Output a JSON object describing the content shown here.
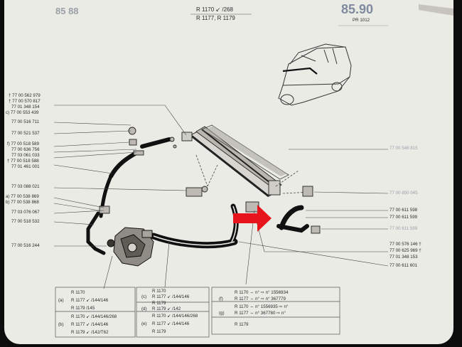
{
  "header": {
    "ref_line1": "R 1170 ↙ /268",
    "ref_line2": "R 1177, R 1179",
    "top_left_faint": "85 88",
    "page_number": "85.90",
    "page_sub": "PR 1012"
  },
  "left_labels": [
    "† 77 00 562 979",
    "† 77 00 570 817",
    "77 01 348 154",
    "c) 77 00 553 439",
    "77 00 516 711",
    "77 00 521 537",
    "f) 77 00 518 589",
    "77 00 636 756",
    "77 03 061 033",
    "† 77 00 518 588",
    "77 01 461 001",
    "77 03 088 021",
    "a) 77 00 538 869",
    "b) 77 00 538 868",
    "77 03 076 067",
    "77 00 518 532",
    "77 00 516 244"
  ],
  "right_labels": [
    "77 00 546 815",
    "77 00 850 045",
    "77 00 611 598",
    "77 00 611 599",
    "77 00 611 599",
    "77 00 576 146 †",
    "77 00 625 969 †",
    "77 01 348 153",
    "77 00 611 601"
  ],
  "table_left": {
    "rows": [
      "R 1170",
      "R 1177 ↙ /144/146",
      "R 1179 /145",
      "R 1170 ↙ /144/146/268",
      "R 1177 ↙ /144/146",
      "R 1179 ↙ /142/T62"
    ],
    "marks": [
      "(a)",
      "(b)"
    ]
  },
  "table_mid": {
    "rows": [
      "R 1170",
      "R 1177 ↙ /144/146",
      "R 1179",
      "R 1179 ↙ /142",
      "R 1170 ↙ /144/146/268",
      "R 1177 ↙ /144/146",
      "R 1179"
    ],
    "marks": [
      "(c)",
      "(d)",
      "(e)"
    ]
  },
  "table_right": {
    "rows": [
      "R 1170 ⇔ n° ⇨ n° 1556934",
      "R 1177 ⇔ n° ⇨ n° 367779",
      "R 1170 ⇔ n° 1556935 ⇨ n°",
      "R 1177 ⇔ n° 367780 ⇨ n°",
      "R 1179"
    ],
    "marks": [
      "(f)",
      "(g)"
    ]
  },
  "colors": {
    "arrow": "#e8141c",
    "paper": "#ebebe6",
    "ink": "#2a2a2a"
  }
}
